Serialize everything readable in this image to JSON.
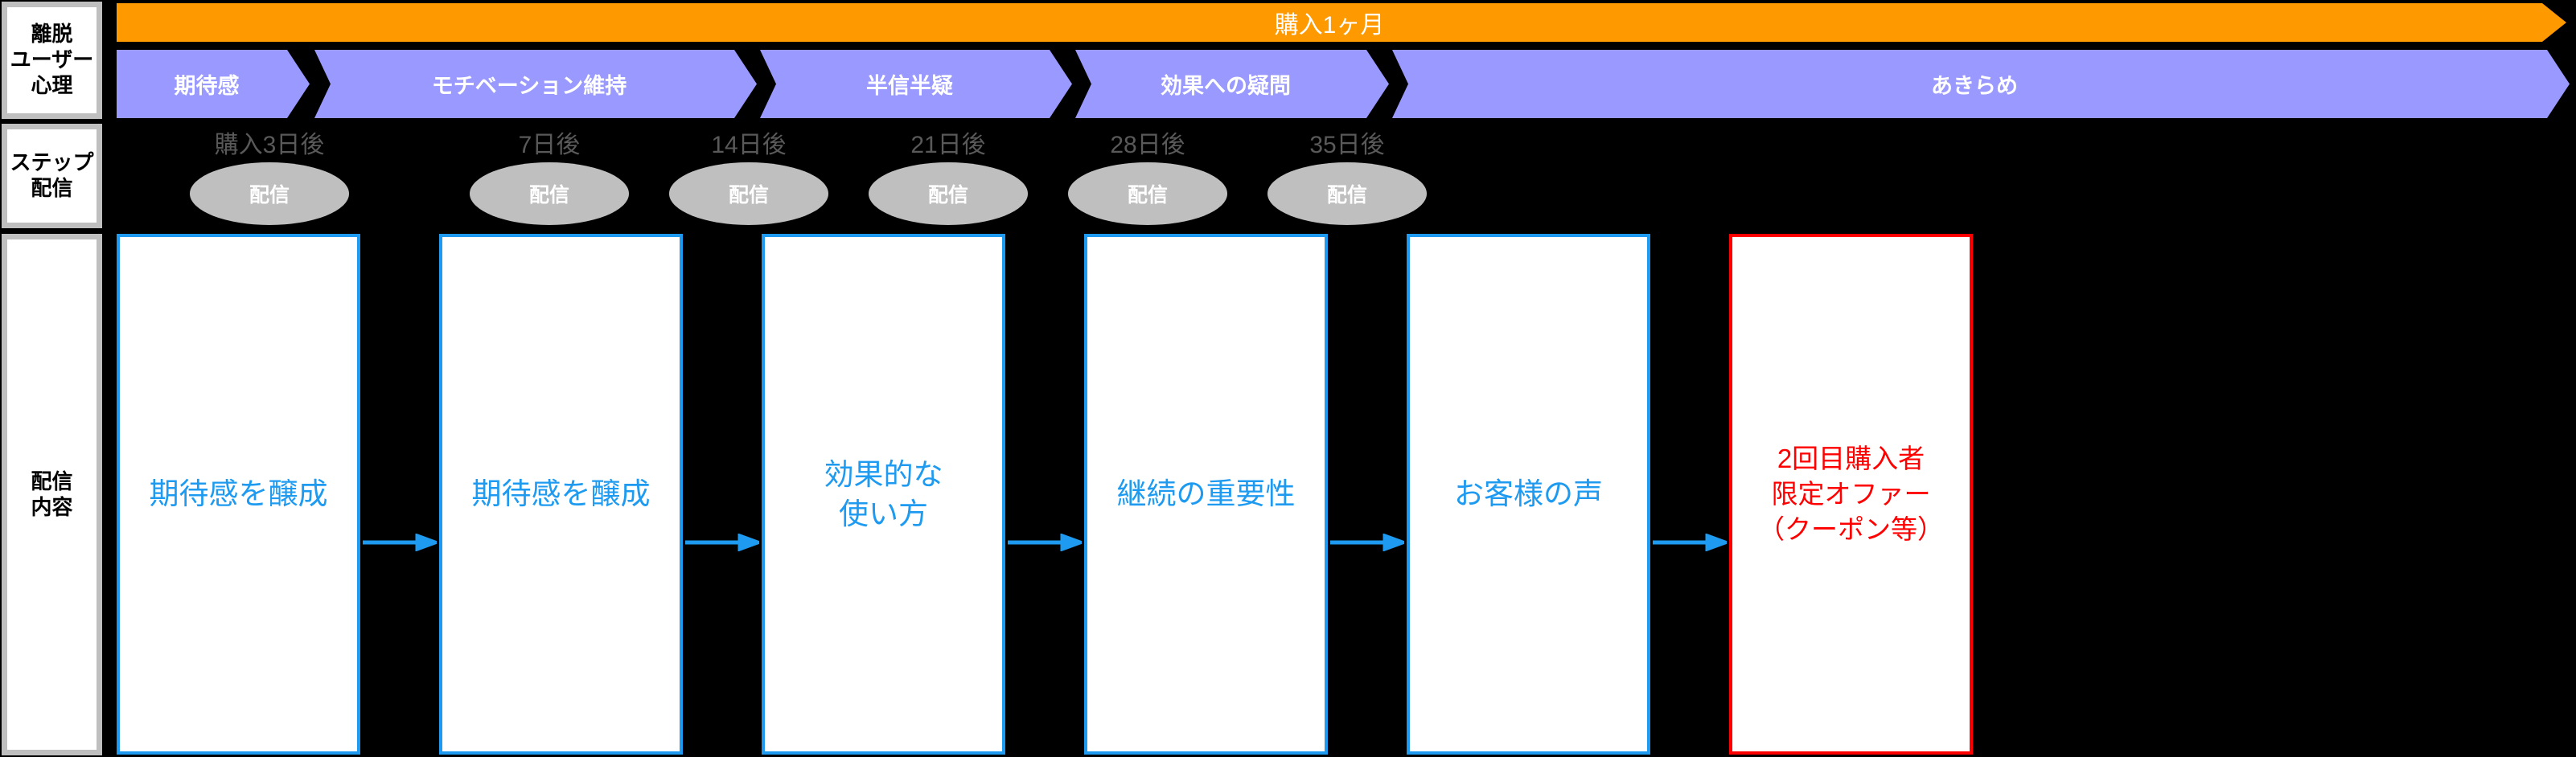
{
  "colors": {
    "background": "#000000",
    "banner": "#ff9900",
    "stage": "#9999ff",
    "ellipse": "#bfbfbf",
    "box_border": "#1e9bf0",
    "box_text": "#1e9bf0",
    "accent": "#ff0000",
    "label_border": "#bfbfbf",
    "day_text": "#595959"
  },
  "row_labels": [
    {
      "id": "psychology",
      "text": "離脱\nユーザー\n心理"
    },
    {
      "id": "step",
      "text": "ステップ\n配信"
    },
    {
      "id": "content",
      "text": "配信\n内容"
    }
  ],
  "banner": {
    "label": "購入1ヶ月"
  },
  "stages": [
    {
      "label": "期待感"
    },
    {
      "label": "モチベーション維持"
    },
    {
      "label": "半信半疑"
    },
    {
      "label": "効果への疑問"
    },
    {
      "label": "あきらめ"
    }
  ],
  "steps": [
    {
      "day": "購入3日後",
      "badge": "配信"
    },
    {
      "day": "7日後",
      "badge": "配信"
    },
    {
      "day": "14日後",
      "badge": "配信"
    },
    {
      "day": "21日後",
      "badge": "配信"
    },
    {
      "day": "28日後",
      "badge": "配信"
    },
    {
      "day": "35日後",
      "badge": "配信"
    }
  ],
  "content_boxes": [
    {
      "text": "期待感を醸成",
      "accent": false
    },
    {
      "text": "期待感を醸成",
      "accent": false
    },
    {
      "text": "効果的な\n使い方",
      "accent": false
    },
    {
      "text": "継続の重要性",
      "accent": false
    },
    {
      "text": "お客様の声",
      "accent": false
    },
    {
      "text": "2回目購入者\n限定オファー\n（クーポン等）",
      "accent": true
    }
  ],
  "arrows": {
    "count": 5,
    "icon": "arrow-right-icon",
    "color": "#1e9bf0"
  }
}
